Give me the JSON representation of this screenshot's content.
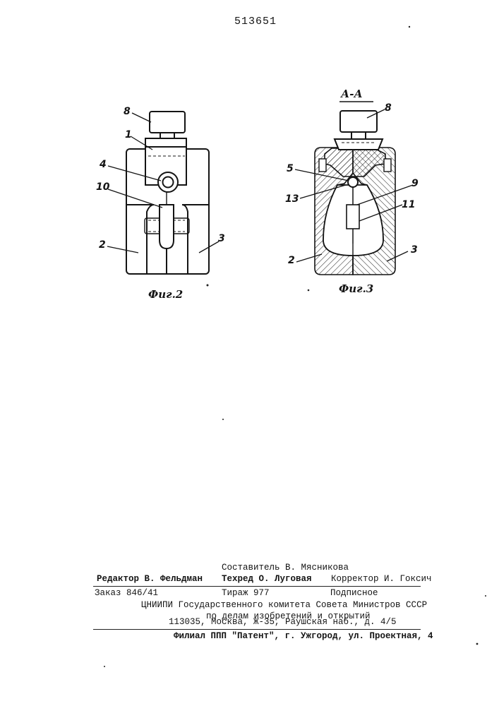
{
  "patent_number": "513651",
  "figure2": {
    "caption": "Фиг.2",
    "callouts": {
      "c8": "8",
      "c1": "1",
      "c4": "4",
      "c10": "10",
      "c2": "2",
      "c3": "3"
    }
  },
  "figure3": {
    "section_label": "А-А",
    "caption": "Фиг.3",
    "callouts": {
      "c8": "8",
      "c5": "5",
      "c9": "9",
      "c13": "13",
      "c11": "11",
      "c2": "2",
      "c3": "3"
    }
  },
  "footer": {
    "editor": "Редактор В. Фельдман",
    "compiler": "Составитель В. Мясникова",
    "techred": "Техред О. Луговая",
    "corrector": "Корректор И. Гоксич",
    "order": "Заказ 846/41",
    "circulation": "Тираж 977",
    "subscription": "Подписное",
    "org_line1": "ЦНИИПИ Государственного комитета Совета Министров СССР",
    "org_line2": "по делам изобретений и открытий",
    "address": "113035, Москва, Ж-35, Раушская наб., д. 4/5",
    "branch": "Филиал ППП \"Патент\", г. Ужгород, ул. Проектная, 4"
  }
}
